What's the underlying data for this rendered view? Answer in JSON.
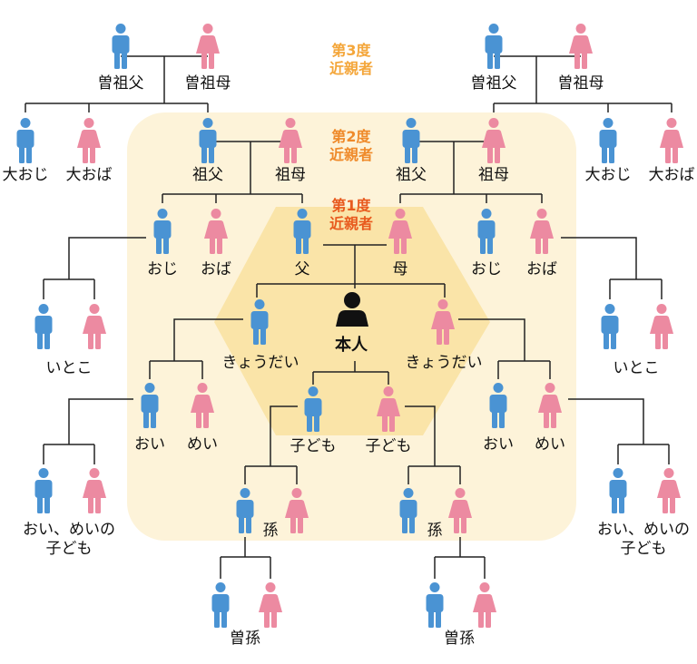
{
  "colors": {
    "male": "#4a93d3",
    "female": "#ec8aa1",
    "self": "#111111",
    "line": "#222222",
    "zone_degree2": "#fdf3d9",
    "zone_degree1": "#fae4a8",
    "degree1_text": "#e85a1e",
    "degree2_text": "#ef8a2a",
    "degree3_text": "#f4a63a"
  },
  "degrees": {
    "d1": {
      "line1": "第1度",
      "line2": "近親者"
    },
    "d2": {
      "line1": "第2度",
      "line2": "近親者"
    },
    "d3": {
      "line1": "第3度",
      "line2": "近親者"
    }
  },
  "self": {
    "label": "本人",
    "icon": "person-silhouette-icon"
  },
  "labels": {
    "great_grandfather": "曽祖父",
    "great_grandmother": "曽祖母",
    "grand_uncle": "大おじ",
    "grand_aunt": "大おば",
    "grandfather": "祖父",
    "grandmother": "祖母",
    "uncle": "おじ",
    "aunt": "おば",
    "father": "父",
    "mother": "母",
    "cousin": "いとこ",
    "sibling": "きょうだい",
    "nephew": "おい",
    "niece": "めい",
    "child": "子ども",
    "grandchild": "孫",
    "great_grandchild": "曽孫",
    "nephew_niece_child_1": "おい、めいの",
    "nephew_niece_child_2": "子ども"
  }
}
